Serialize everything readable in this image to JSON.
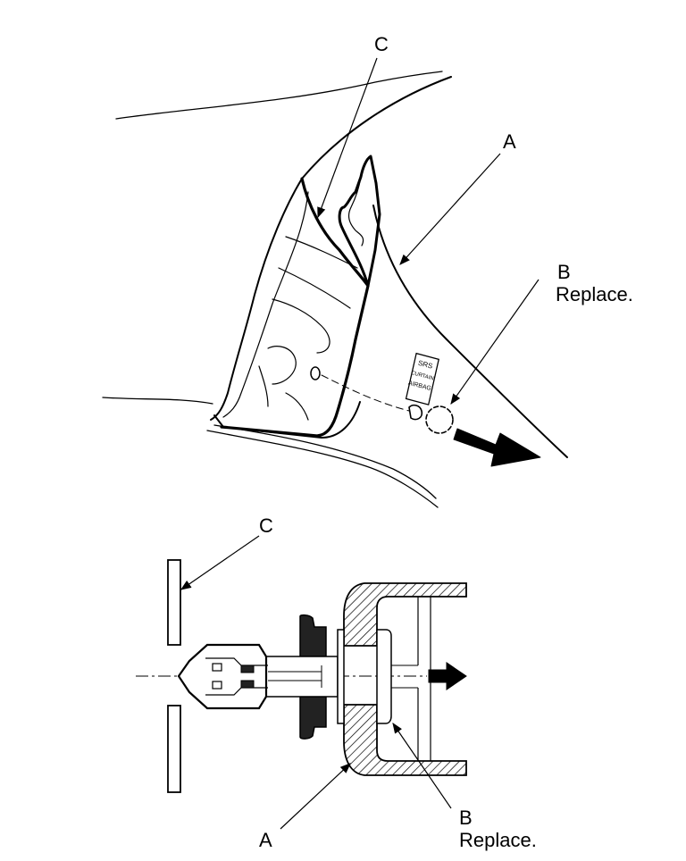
{
  "labels": {
    "top_c": "C",
    "top_a": "A",
    "top_b_letter": "B",
    "top_b_note": "Replace.",
    "bottom_c": "C",
    "bottom_a": "A",
    "bottom_b_letter": "B",
    "bottom_b_note": "Replace."
  },
  "stamp": [
    "SRS",
    "CURTAIN",
    "AIRBAG"
  ],
  "colors": {
    "line": "#000000",
    "background": "#ffffff"
  }
}
